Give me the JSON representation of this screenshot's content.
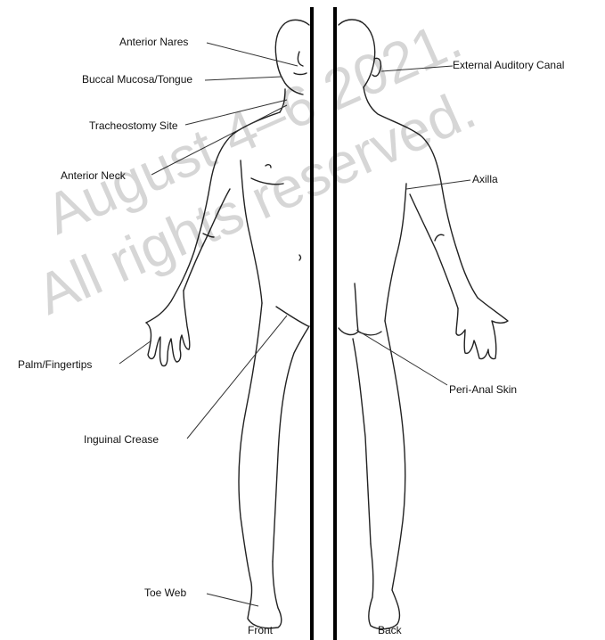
{
  "labels": {
    "anterior_nares": "Anterior Nares",
    "buccal_mucosa": "Buccal Mucosa/Tongue",
    "tracheostomy": "Tracheostomy Site",
    "anterior_neck": "Anterior Neck",
    "palm_fingertips": "Palm/Fingertips",
    "inguinal_crease": "Inguinal Crease",
    "toe_web": "Toe Web",
    "external_auditory_canal": "External Auditory Canal",
    "axilla": "Axilla",
    "peri_anal_skin": "Peri-Anal Skin"
  },
  "views": {
    "front": "Front",
    "back": "Back"
  },
  "watermark": {
    "line1": "August 4–6 2021.",
    "line2": "All rights reserved."
  },
  "colors": {
    "ink": "#111111",
    "divider": "#000000",
    "watermark": "#b0b0b0"
  }
}
